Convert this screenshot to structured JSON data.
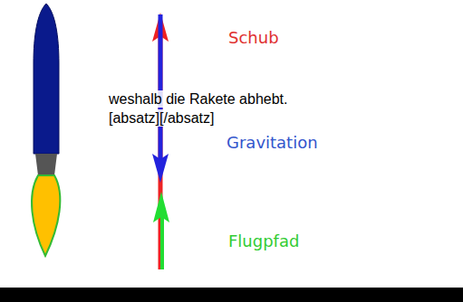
{
  "diagram": {
    "labels": [
      "weshalb die Rakete abhebt.",
      "[absatz][/absatz]",
      "Schub",
      "Gravitation",
      "Flugpfad"
    ]
  }
}
